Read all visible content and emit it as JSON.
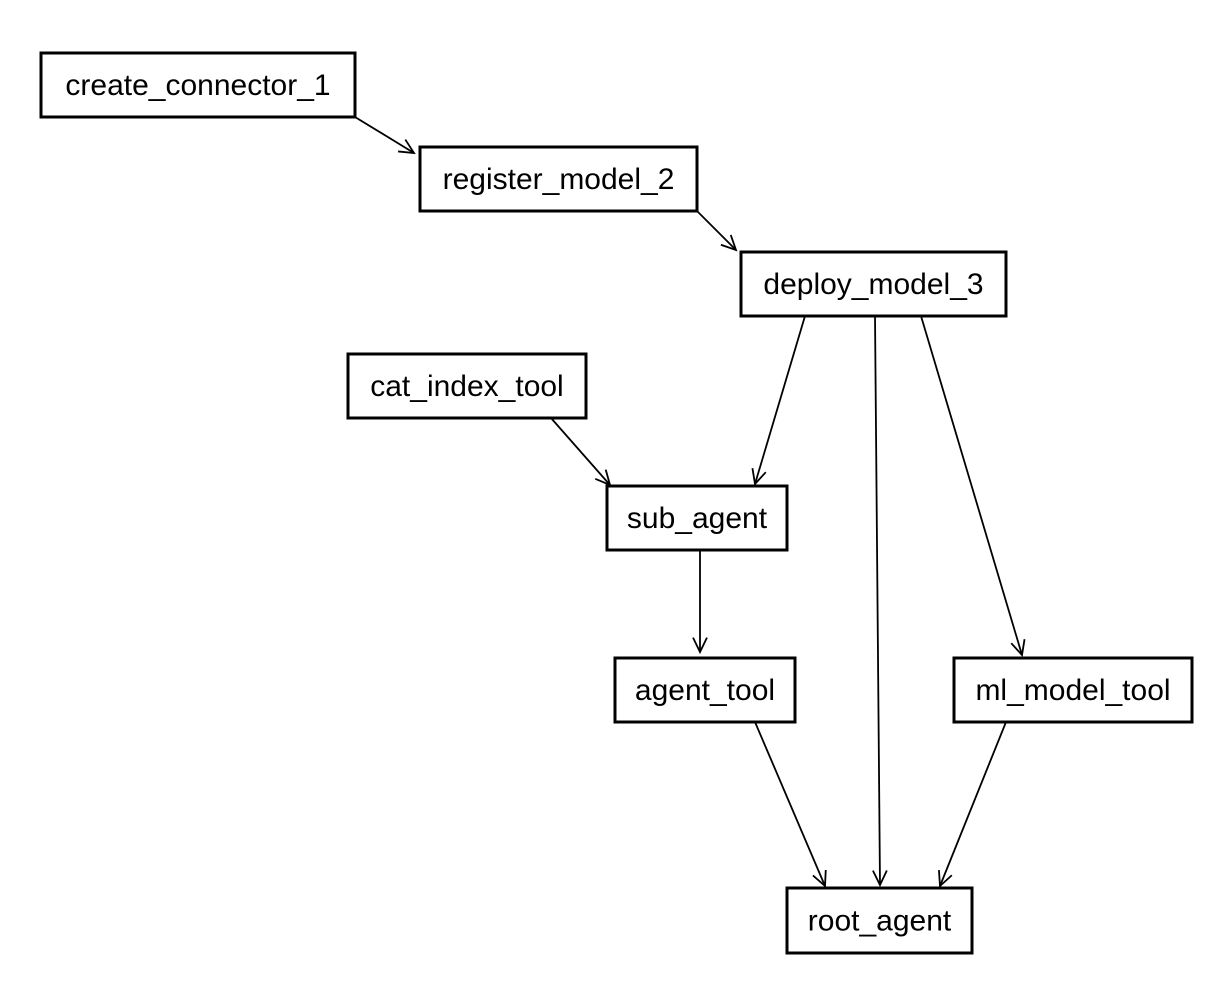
{
  "diagram": {
    "nodes": [
      {
        "id": "create_connector_1",
        "label": "create_connector_1"
      },
      {
        "id": "register_model_2",
        "label": "register_model_2"
      },
      {
        "id": "deploy_model_3",
        "label": "deploy_model_3"
      },
      {
        "id": "cat_index_tool",
        "label": "cat_index_tool"
      },
      {
        "id": "sub_agent",
        "label": "sub_agent"
      },
      {
        "id": "agent_tool",
        "label": "agent_tool"
      },
      {
        "id": "ml_model_tool",
        "label": "ml_model_tool"
      },
      {
        "id": "root_agent",
        "label": "root_agent"
      }
    ],
    "edges": [
      {
        "from": "create_connector_1",
        "to": "register_model_2"
      },
      {
        "from": "register_model_2",
        "to": "deploy_model_3"
      },
      {
        "from": "deploy_model_3",
        "to": "sub_agent"
      },
      {
        "from": "deploy_model_3",
        "to": "root_agent"
      },
      {
        "from": "deploy_model_3",
        "to": "ml_model_tool"
      },
      {
        "from": "cat_index_tool",
        "to": "sub_agent"
      },
      {
        "from": "sub_agent",
        "to": "agent_tool"
      },
      {
        "from": "agent_tool",
        "to": "root_agent"
      },
      {
        "from": "ml_model_tool",
        "to": "root_agent"
      }
    ],
    "colors": {
      "stroke": "#000000",
      "fill": "#ffffff"
    }
  }
}
